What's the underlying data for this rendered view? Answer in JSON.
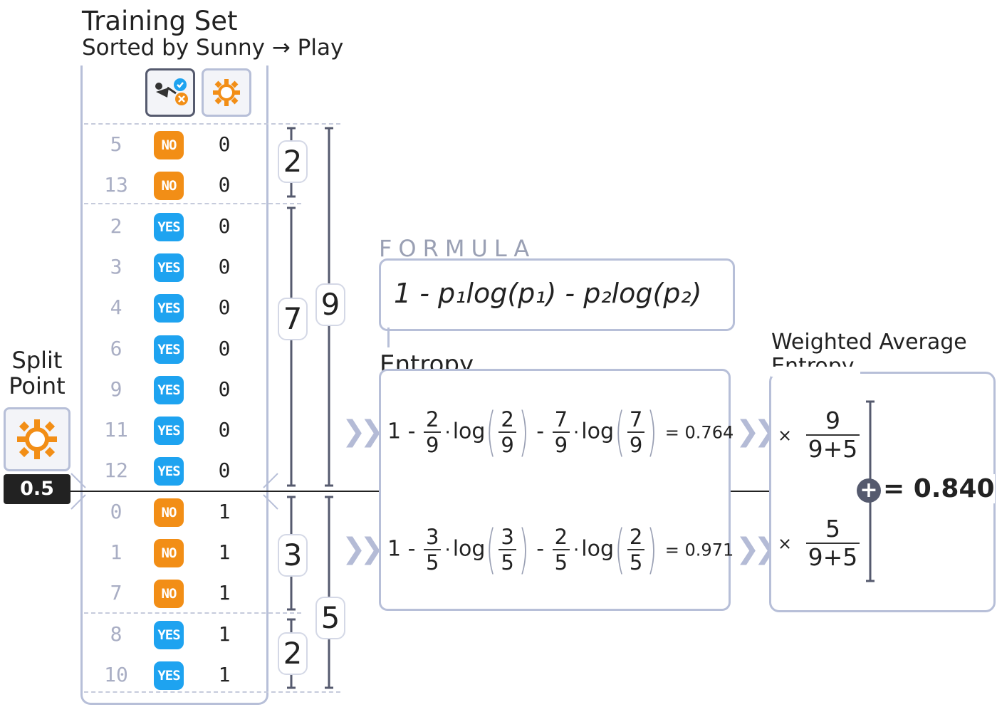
{
  "training_set": {
    "title": "Training Set",
    "subtitle": "Sorted by Sunny → Play",
    "columns": [
      "play-icon",
      "sun-icon"
    ],
    "rows": [
      {
        "id": "5",
        "play": "NO",
        "sunny": "0"
      },
      {
        "id": "13",
        "play": "NO",
        "sunny": "0"
      },
      {
        "id": "2",
        "play": "YES",
        "sunny": "0"
      },
      {
        "id": "3",
        "play": "YES",
        "sunny": "0"
      },
      {
        "id": "4",
        "play": "YES",
        "sunny": "0"
      },
      {
        "id": "6",
        "play": "YES",
        "sunny": "0"
      },
      {
        "id": "9",
        "play": "YES",
        "sunny": "0"
      },
      {
        "id": "11",
        "play": "YES",
        "sunny": "0"
      },
      {
        "id": "12",
        "play": "YES",
        "sunny": "0"
      },
      {
        "id": "0",
        "play": "NO",
        "sunny": "1"
      },
      {
        "id": "1",
        "play": "NO",
        "sunny": "1"
      },
      {
        "id": "7",
        "play": "NO",
        "sunny": "1"
      },
      {
        "id": "8",
        "play": "YES",
        "sunny": "1"
      },
      {
        "id": "10",
        "play": "YES",
        "sunny": "1"
      }
    ]
  },
  "split": {
    "label_line1": "Split",
    "label_line2": "Point",
    "value": "0.5",
    "icon": "sun-icon"
  },
  "counts": {
    "upper_no": "2",
    "upper_yes": "7",
    "upper_total": "9",
    "lower_no": "3",
    "lower_yes": "2",
    "lower_total": "5"
  },
  "formula": {
    "label": "FORMULA",
    "text": "1 - p₁log(p₁) - p₂log(p₂)"
  },
  "entropy": {
    "label": "Entropy",
    "upper": {
      "lead": "1 -",
      "f1n": "2",
      "f1d": "9",
      "f2n": "2",
      "f2d": "9",
      "minus": "-",
      "f3n": "7",
      "f3d": "9",
      "f4n": "7",
      "f4d": "9",
      "log": "log",
      "result": "= 0.764"
    },
    "lower": {
      "lead": "1 -",
      "f1n": "3",
      "f1d": "5",
      "f2n": "3",
      "f2d": "5",
      "minus": "-",
      "f3n": "2",
      "f3d": "5",
      "f4n": "2",
      "f4d": "5",
      "log": "log",
      "result": "= 0.971"
    }
  },
  "weighted": {
    "label_line1": "Weighted Average",
    "label_line2": "Entropy",
    "times": "×",
    "upper_num": "9",
    "upper_den": "9+5",
    "lower_num": "5",
    "lower_den": "9+5",
    "result": "= 0.840"
  },
  "colors": {
    "no": "#f28e16",
    "yes": "#1ea3f0",
    "border": "#b7bfd8",
    "chevron": "#b4bbd6"
  }
}
